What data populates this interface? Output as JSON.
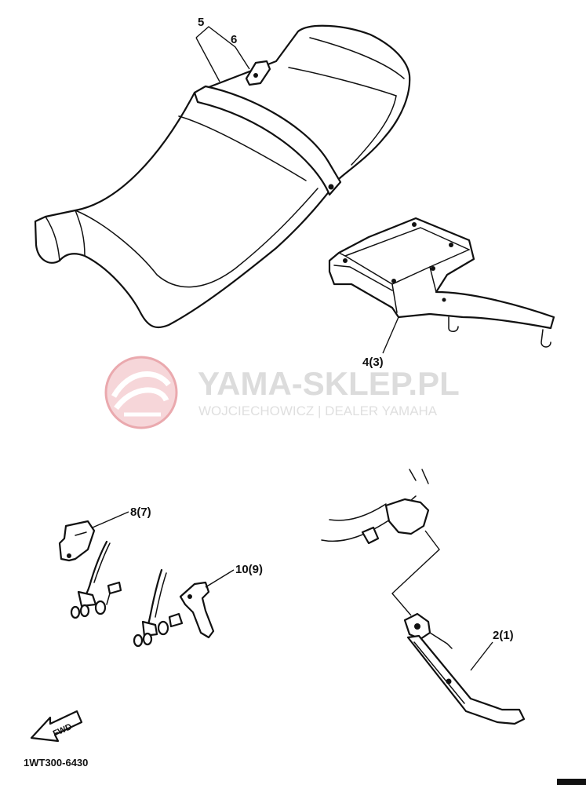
{
  "diagram": {
    "callouts": {
      "c5": "5",
      "c6": "6",
      "c4": "4(3)",
      "c8": "8(7)",
      "c10": "10(9)",
      "c2": "2(1)"
    },
    "figure_code": "1WT300-6430",
    "fwd_label": "FWD"
  },
  "watermark": {
    "title": "YAMA-SKLEP.PL",
    "subtitle": "WOJCIECHOWICZ | DEALER YAMAHA",
    "color": "#e8a0a6"
  }
}
